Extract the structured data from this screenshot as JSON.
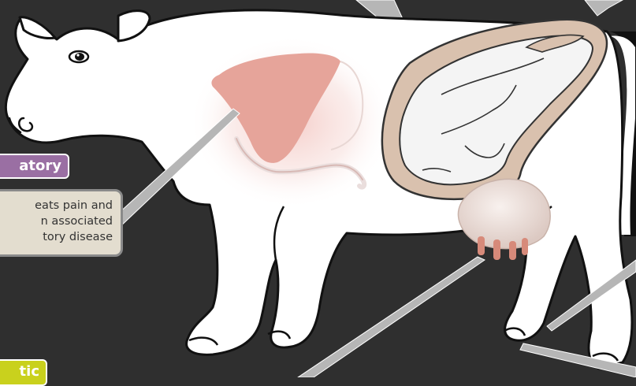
{
  "labels": {
    "respiratory_tag": "atory",
    "respiratory_desc": [
      "eats pain and",
      "n associated",
      "tory disease"
    ],
    "second_tag": "tic"
  },
  "colors": {
    "background": "#2f2f2f",
    "cow_body": "#ffffff",
    "outline": "#111111",
    "lung": "#e6a49a",
    "rumen_wall": "#d9c1ae",
    "rumen_inner": "#f4f4f4",
    "udder": "#efe2dc",
    "teats": "#d78a7a",
    "pointer": "#b6b6b6",
    "tag_respiratory": "#9a6fa3",
    "tag_second": "#c9d11d",
    "desc_box": "#e3ddcf"
  },
  "icons": {
    "eye": "cow-eye-icon",
    "nostril": "nostril-icon"
  }
}
